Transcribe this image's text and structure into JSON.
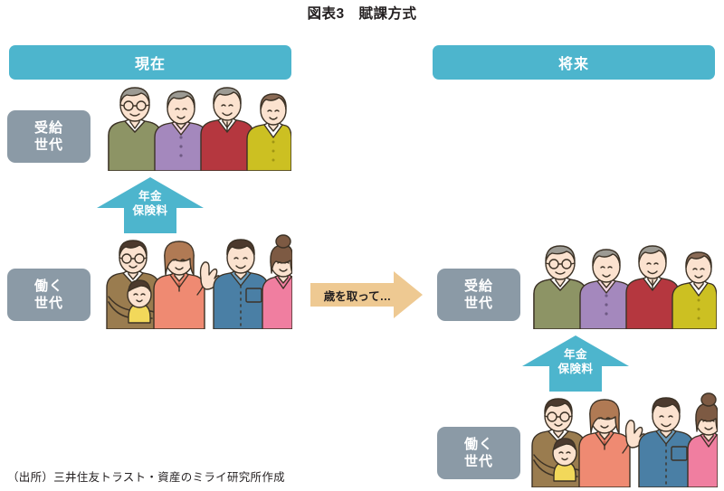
{
  "figure": {
    "title": "図表3　賦課方式",
    "source_note": "（出所）三井住友トラスト・資産のミライ研究所作成"
  },
  "colors": {
    "teal": "#4db5cd",
    "gray_blue": "#8b9aa6",
    "tan_arrow": "#eec992",
    "text": "#231f20",
    "white": "#ffffff"
  },
  "periods": {
    "present": {
      "label": "現在"
    },
    "future": {
      "label": "将来"
    }
  },
  "generations": {
    "present_receiving": {
      "line1": "受給",
      "line2": "世代"
    },
    "present_working": {
      "line1": "働く",
      "line2": "世代"
    },
    "future_receiving": {
      "line1": "受給",
      "line2": "世代"
    },
    "future_working": {
      "line1": "働く",
      "line2": "世代"
    }
  },
  "flows": {
    "present_premium": {
      "line1": "年金",
      "line2": "保険料"
    },
    "future_premium": {
      "line1": "年金",
      "line2": "保険料"
    },
    "transition": {
      "label": "歳を取って…"
    }
  },
  "illustrations": {
    "elderly_group": {
      "name": "elderly-people-illustration",
      "people": [
        {
          "role": "elderly-man-with-glasses",
          "garment_color": "#8d9465",
          "hair_color": "#9c9a93",
          "skin": "#fbe2cf"
        },
        {
          "role": "elderly-woman-purple-cardigan",
          "garment_color": "#a488bd",
          "hair_color": "#9c9a93",
          "skin": "#fbe2cf"
        },
        {
          "role": "elderly-man-red-sweater",
          "garment_color": "#b5373f",
          "hair_color": "#9c9a93",
          "skin": "#fbe2cf"
        },
        {
          "role": "elderly-woman-yellow-cardigan",
          "garment_color": "#ccc022",
          "hair_color": "#8a6a55",
          "skin": "#fbe2cf"
        }
      ]
    },
    "working_group": {
      "name": "working-generation-illustration",
      "people": [
        {
          "role": "father-with-glasses-holding-baby",
          "garment_color": "#9a7c4f",
          "hair_color": "#4c3a2e",
          "skin": "#fbe2cf"
        },
        {
          "role": "baby",
          "garment_color": "#f2d85a",
          "hair_color": "#4c3a2e",
          "skin": "#fbe2cf"
        },
        {
          "role": "mother-waving",
          "garment_color": "#ef8a72",
          "hair_color": "#b07a54",
          "skin": "#fbe2cf"
        },
        {
          "role": "young-man-blue-shirt",
          "garment_color": "#4a7fa5",
          "hair_color": "#4c3a2e",
          "skin": "#fbe2cf"
        },
        {
          "role": "young-woman-pink-top",
          "garment_color": "#f07ea0",
          "hair_color": "#7d5a43",
          "skin": "#fbe2cf"
        }
      ]
    }
  }
}
